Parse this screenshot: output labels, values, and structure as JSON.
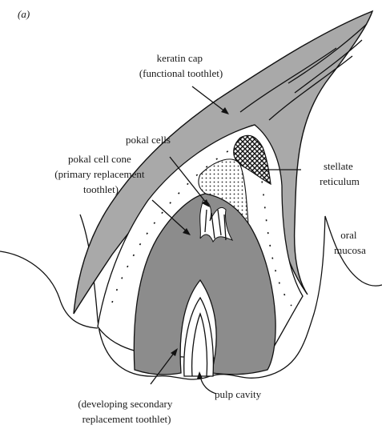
{
  "panel_label": "(a)",
  "labels": {
    "keratin_cap": [
      "keratin cap",
      "(functional toothlet)"
    ],
    "pokal_cells": [
      "pokal cells"
    ],
    "pokal_cell_cone": [
      "pokal cell cone",
      "(primary replacement",
      "toothlet)"
    ],
    "stellate_reticulum": [
      "stellate",
      "reticulum"
    ],
    "oral_mucosa": [
      "oral",
      "mucosa"
    ],
    "pulp_cavity": [
      "pulp cavity"
    ],
    "developing_secondary": [
      "(developing secondary",
      "replacement toothlet)"
    ]
  },
  "colors": {
    "keratin": "#a9a9a9",
    "replacement": "#8c8c8c",
    "outline": "#111111",
    "tissue": "#ffffff"
  }
}
